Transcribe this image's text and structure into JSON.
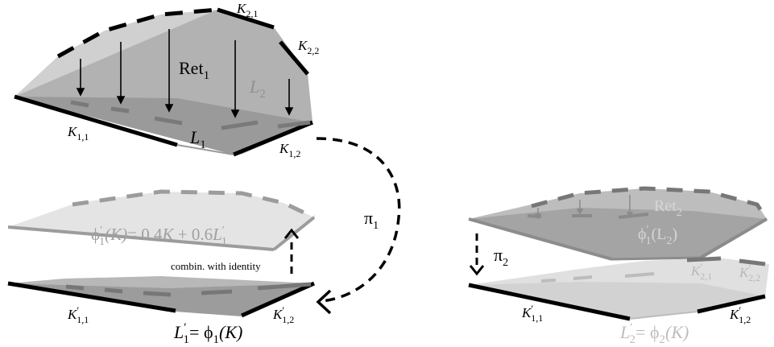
{
  "labels": {
    "K11": {
      "main": "K",
      "sub": "1,1"
    },
    "K12": {
      "main": "K",
      "sub": "1,2"
    },
    "K21": {
      "main": "K",
      "sub": "2,1"
    },
    "K22": {
      "main": "K",
      "sub": "2,2"
    },
    "Ret1": {
      "main": "Ret",
      "sub": "1"
    },
    "L2": {
      "main": "L",
      "sub": "2"
    },
    "L1": {
      "main": "L",
      "sub": "1"
    },
    "pi1": {
      "main": "π",
      "sub": "1"
    },
    "phi1prime": {
      "phi": "ϕ",
      "prime": "′",
      "sub": "1",
      "arg": "(K)",
      "rhs1": "= 0.4",
      "K": "K",
      "rhs2": " + 0.6",
      "L": "L",
      "Lsub": "1",
      "Lprime": "′"
    },
    "combin": "combin. with identity",
    "Kp11": {
      "main": "K",
      "prime": "′",
      "sub": "1,1"
    },
    "Kp12": {
      "main": "K",
      "prime": "′",
      "sub": "1,2"
    },
    "Lp1": {
      "L": "L",
      "prime": "′",
      "sub": "1",
      "eq": "= ",
      "phi": "ϕ",
      "phisub": "1",
      "arg": "(K)"
    },
    "Ret2": {
      "main": "Ret",
      "sub": "2"
    },
    "phi1L2": {
      "phi": "ϕ",
      "prime": "′",
      "sub": "1",
      "arg": "(L",
      "argsub": "2",
      "close": ")"
    },
    "pi2": {
      "main": "π",
      "sub": "2"
    },
    "Kp21": {
      "main": "K",
      "prime": "′",
      "sub": "2,1"
    },
    "Kp22": {
      "main": "K",
      "prime": "′",
      "sub": "2,2"
    },
    "Kp11b": {
      "main": "K",
      "prime": "′",
      "sub": "1,1"
    },
    "Kp12b": {
      "main": "K",
      "prime": "′",
      "sub": "1,2"
    },
    "Lp2": {
      "L": "L",
      "prime": "′",
      "sub": "2",
      "eq": "= ",
      "phi": "ϕ",
      "phisub": "2",
      "arg": "(K)"
    }
  },
  "colors": {
    "black": "#000000",
    "dark_fill": "#9a9a9a",
    "mid_fill": "#b4b4b4",
    "light_fill": "#d6d6d6",
    "lighter_fill": "#e2e2e2",
    "gray_dash": "#8a8a8a",
    "gray_text": "#909090",
    "light_text": "#bfbfbf"
  }
}
